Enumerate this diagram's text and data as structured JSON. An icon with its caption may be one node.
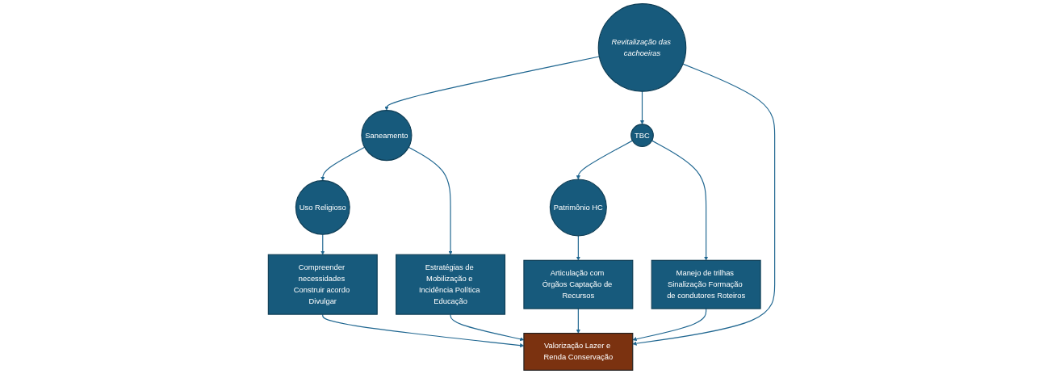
{
  "diagram": {
    "nodes": [
      {
        "text": [
          "Uso Religioso"
        ]
      },
      {
        "text": [
          "Saneamento"
        ]
      },
      {
        "text": [
          "Revitalização das cachoeiras"
        ]
      },
      {
        "text": [
          "TBC"
        ]
      },
      {
        "text": [
          "Patrimônio HC"
        ]
      },
      {
        "text": [
          "Compreender necessidades Construir acordo Divulgar"
        ]
      },
      {
        "text": [
          "Estratégias de Mobilização e Incidência Política Educação"
        ]
      },
      {
        "text": [
          "Valorização Lazer e Renda Conservação"
        ]
      },
      {
        "text": [
          "Manejo de trilhas Sinalização Formação de condutores Roteiros"
        ]
      },
      {
        "text": [
          "Articulação com Órgãos Captação de Recursos"
        ]
      }
    ],
    "edges": [
      {
        "from": 2,
        "to": 1,
        "arrow": "to"
      },
      {
        "from": 1,
        "to": 0,
        "arrow": "to"
      },
      {
        "from": 2,
        "to": 3,
        "arrow": "to"
      },
      {
        "from": 3,
        "to": 4,
        "arrow": "to"
      },
      {
        "from": 0,
        "to": 5,
        "arrow": "to"
      },
      {
        "from": 1,
        "to": 6,
        "arrow": "to"
      },
      {
        "from": 2,
        "to": 7,
        "arrow": "to"
      },
      {
        "from": 3,
        "to": 8,
        "arrow": "to"
      },
      {
        "from": 4,
        "to": 9,
        "arrow": "to"
      },
      {
        "from": 6,
        "to": 7,
        "arrow": "to"
      },
      {
        "from": 8,
        "to": 7,
        "arrow": "to"
      },
      {
        "from": 5,
        "to": 7,
        "arrow": "to"
      },
      {
        "from": 9,
        "to": 7,
        "arrow": "to"
      }
    ]
  }
}
